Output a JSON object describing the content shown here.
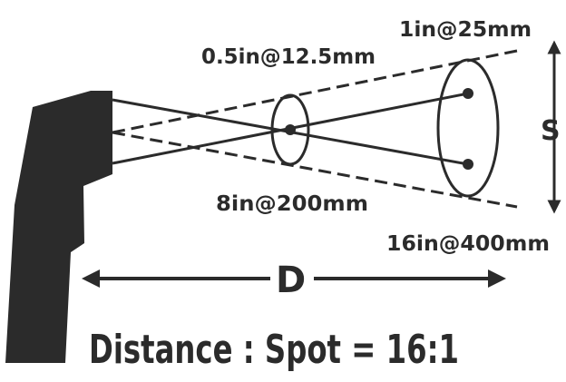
{
  "labels": {
    "near_spot": "0.5in@12.5mm",
    "far_spot": "1in@25mm",
    "near_distance": "8in@200mm",
    "far_distance": "16in@400mm",
    "distance_symbol": "D",
    "spot_symbol": "S",
    "ratio_caption": "Distance : Spot = 16:1"
  },
  "colors": {
    "ink": "#2b2b2b",
    "background": "#ffffff"
  },
  "icons": {
    "device": "infrared-thermometer-icon"
  }
}
